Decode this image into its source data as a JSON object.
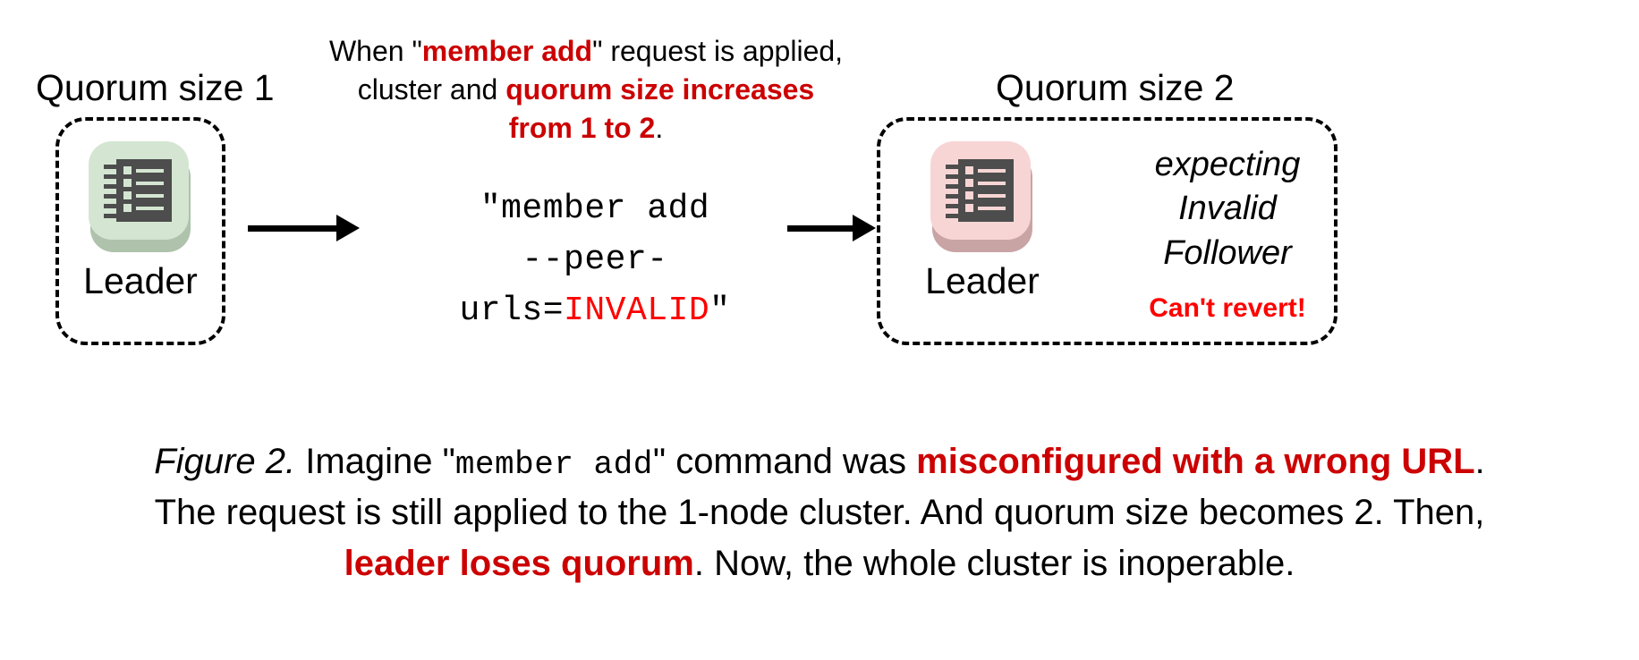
{
  "figure": {
    "left_group": {
      "title": "Quorum size 1",
      "node_label": "Leader",
      "node_icon": "server-rack-icon",
      "node_color": "#D4E6D2"
    },
    "right_group": {
      "title": "Quorum size 2",
      "node_label": "Leader",
      "node_icon": "server-rack-icon",
      "node_color": "#F8D5D5",
      "expecting_line1": "expecting",
      "expecting_line2": "Invalid",
      "expecting_line3": "Follower",
      "revert_note": "Can't revert!"
    },
    "annotation": {
      "line1_a": "When \"",
      "line1_b": "member add",
      "line1_c": "\" request is applied,",
      "line2_a": "cluster and ",
      "line2_b": "quorum size increases",
      "line3_a": "from 1 to 2",
      "line3_b": "."
    },
    "command": {
      "line1": "\"member add",
      "line2_a": "--peer-urls=",
      "line2_b": "INVALID",
      "line2_c": "\""
    },
    "arrows": {
      "left": "arrow-right-icon",
      "right": "arrow-right-icon"
    },
    "caption": {
      "label": "Figure 2.",
      "p1": " Imagine \"",
      "mono1": "member add",
      "p2": "\" command was ",
      "strong1": "misconfigured with a wrong URL",
      "p3": ".",
      "p4": "The request is still applied to the 1-node cluster. And quorum size becomes 2. Then,",
      "strong2": "leader loses quorum",
      "p5": ". Now, the whole cluster is inoperable."
    },
    "colors": {
      "dark_red": "#CC0000",
      "bright_red": "#FF0000",
      "node_green": "#D4E6D2",
      "node_pink": "#F8D5D5",
      "icon_dark": "#4D4D4D"
    }
  }
}
